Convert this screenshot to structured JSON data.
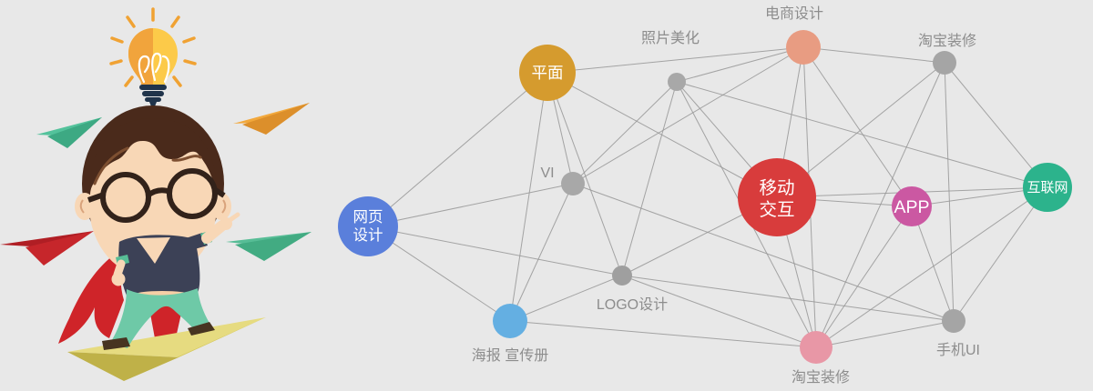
{
  "banner": {
    "background_color": "#e8e8e8",
    "edge_color": "#979797",
    "label_color": "#8d8d8d"
  },
  "illustration": {
    "icons": [
      "lightbulb-icon",
      "idea-rays-icon",
      "boy-with-glasses",
      "paper-plane-icon"
    ],
    "colors": {
      "bulb_dark": "#f1a43c",
      "bulb_light": "#fcca49",
      "bulb_base": "#20344b",
      "hair": "#4a2a1b",
      "skin": "#f8d7b6",
      "shirt": "#3c4156",
      "pants": "#6ec9a7",
      "cape": "#cc2127",
      "plane_yellow": "#e6db80",
      "plane_teal": "#57bd96",
      "plane_orange": "#f2a83c",
      "plane_red": "#c6262b"
    }
  },
  "network": {
    "nodes": {
      "web": {
        "line1": "网页",
        "line2": "设计",
        "color": "#5a7fdb"
      },
      "ping": {
        "line1": "平面",
        "color": "#d59b2e"
      },
      "photo": {
        "label": "照片美化",
        "color": "#a8a8a8"
      },
      "ecom": {
        "label": "电商设计",
        "color": "#e89c82"
      },
      "tbtop": {
        "label": "淘宝装修",
        "color": "#a5a5a5"
      },
      "vi": {
        "label": "VI",
        "color": "#a8a8a8"
      },
      "mobile": {
        "line1": "移动",
        "line2": "交互",
        "color": "#d83c3c"
      },
      "app": {
        "line1": "APP",
        "color": "#cb58a2"
      },
      "inet": {
        "line1": "互联网",
        "color": "#2cb38c"
      },
      "logo": {
        "label": "LOGO设计",
        "color": "#9f9f9f"
      },
      "poster": {
        "label": "海报 宣传册",
        "color": "#64afe2"
      },
      "tbbot": {
        "label": "淘宝装修",
        "color": "#e897a6"
      },
      "mui": {
        "label": "手机UI",
        "color": "#a5a5a5"
      }
    }
  }
}
